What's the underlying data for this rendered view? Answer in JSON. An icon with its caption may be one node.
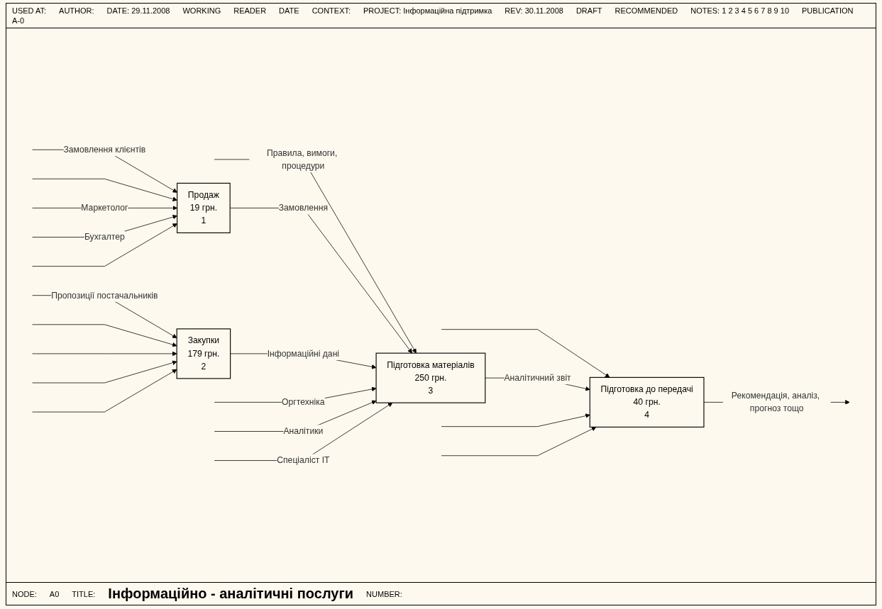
{
  "diagram": {
    "title": "Інформаційно - аналітичні послуги",
    "nodes": [
      {
        "text": [
          "Продаж",
          "19 грн.",
          "1"
        ]
      },
      {
        "text": [
          "Закупки",
          "179 грн.",
          "2"
        ]
      },
      {
        "text": [
          "Підготовка матеріалів",
          "250 грн.",
          "3"
        ]
      },
      {
        "text": [
          "Підготовка до передачі",
          "40 грн.",
          "4"
        ]
      }
    ],
    "edges": [
      {
        "from": null,
        "to": 0,
        "arrow": "to",
        "label": "Замовлення клієнтів"
      },
      {
        "from": null,
        "to": 1,
        "arrow": "to",
        "label": "Пропозиції постачальників"
      },
      {
        "from": null,
        "to": 0,
        "arrow": "to"
      },
      {
        "from": null,
        "to": 1,
        "arrow": "to"
      },
      {
        "from": null,
        "to": 2,
        "arrow": "to",
        "label": "Правила, вимоги, процедури"
      },
      {
        "from": null,
        "to": 3,
        "arrow": "to"
      },
      {
        "from": 0,
        "to": 2,
        "arrow": "to",
        "label": "Замовлення"
      },
      {
        "from": 1,
        "to": 2,
        "arrow": "to",
        "label": "Інформаційні дані"
      },
      {
        "from": 2,
        "to": 3,
        "arrow": "to",
        "label": "Аналітичний звіт"
      },
      {
        "from": 3,
        "to": null,
        "arrow": "to",
        "label": "Рекомендація, аналіз, прогноз тощо"
      },
      {
        "from": null,
        "to": 0,
        "arrow": "to",
        "label": "Маркетолог"
      },
      {
        "from": null,
        "to": 1,
        "arrow": "to"
      },
      {
        "from": null,
        "to": 0,
        "arrow": "to",
        "label": "Бухгалтер"
      },
      {
        "from": null,
        "to": 1,
        "arrow": "to"
      },
      {
        "from": null,
        "to": 0,
        "arrow": "to"
      },
      {
        "from": null,
        "to": 1,
        "arrow": "to"
      },
      {
        "from": null,
        "to": 2,
        "arrow": "to",
        "label": "Оргтехніка"
      },
      {
        "from": null,
        "to": 3,
        "arrow": "to"
      },
      {
        "from": null,
        "to": 2,
        "arrow": "to",
        "label": "Аналітики"
      },
      {
        "from": null,
        "to": 2,
        "arrow": "to",
        "label": "Спеціаліст IT"
      },
      {
        "from": null,
        "to": 3,
        "arrow": "to"
      }
    ],
    "labels": [
      "USED AT:",
      "AUTHOR:",
      "DATE: 29.11.2008",
      "WORKING",
      "READER",
      "DATE",
      "CONTEXT:",
      "PROJECT: Інформаційна підтримка",
      "REV: 30.11.2008",
      "DRAFT",
      "RECOMMENDED",
      "NOTES: 1 2 3 4 5 6 7 8 9 10",
      "PUBLICATION",
      "A-0",
      "NODE:",
      "A0",
      "TITLE:",
      "NUMBER:"
    ]
  }
}
